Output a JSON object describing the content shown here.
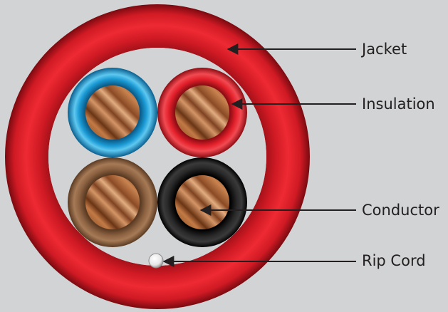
{
  "diagram": {
    "labels": {
      "jacket": "Jacket",
      "insulation": "Insulation",
      "conductor": "Conductor",
      "rip_cord": "Rip Cord"
    },
    "colors": {
      "background": "#d1d3d4",
      "jacket": "#e3202b",
      "insulation_blue": "#1f9fd8",
      "insulation_red": "#e3202b",
      "insulation_brown": "#8c6242",
      "insulation_black": "#1a1a1a",
      "conductor_copper": "#b06a38",
      "rip_cord": "#f2f2f2",
      "leader_line": "#231f20"
    }
  }
}
